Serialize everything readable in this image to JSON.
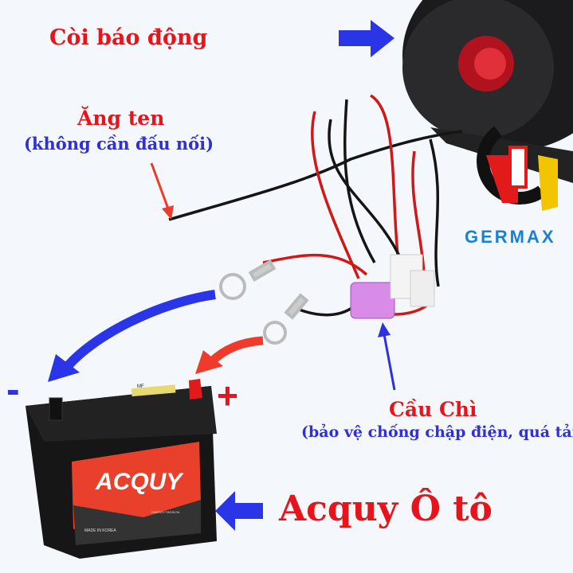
{
  "labels": {
    "siren": "Còi báo động",
    "antenna": "Ăng ten",
    "antenna_note": "(không cần đấu nối)",
    "fuse": "Cầu Chì",
    "fuse_note": "(bảo vệ chống chập điện, quá tải)",
    "battery": "Acquy Ô tô",
    "minus": "-",
    "plus": "+"
  },
  "battery_label": {
    "brand": "ACQUY",
    "made_in": "MADE IN KOREA",
    "slogan": "ENERGY PASSION",
    "mf": "MF"
  },
  "logo": {
    "text": "GERMAX"
  },
  "colors": {
    "red_text": "#e8141c",
    "blue_text": "#3030d8",
    "arrow_blue": "#2a35e8",
    "arrow_red": "#f03020",
    "logo_blue": "#1a7fd6"
  }
}
